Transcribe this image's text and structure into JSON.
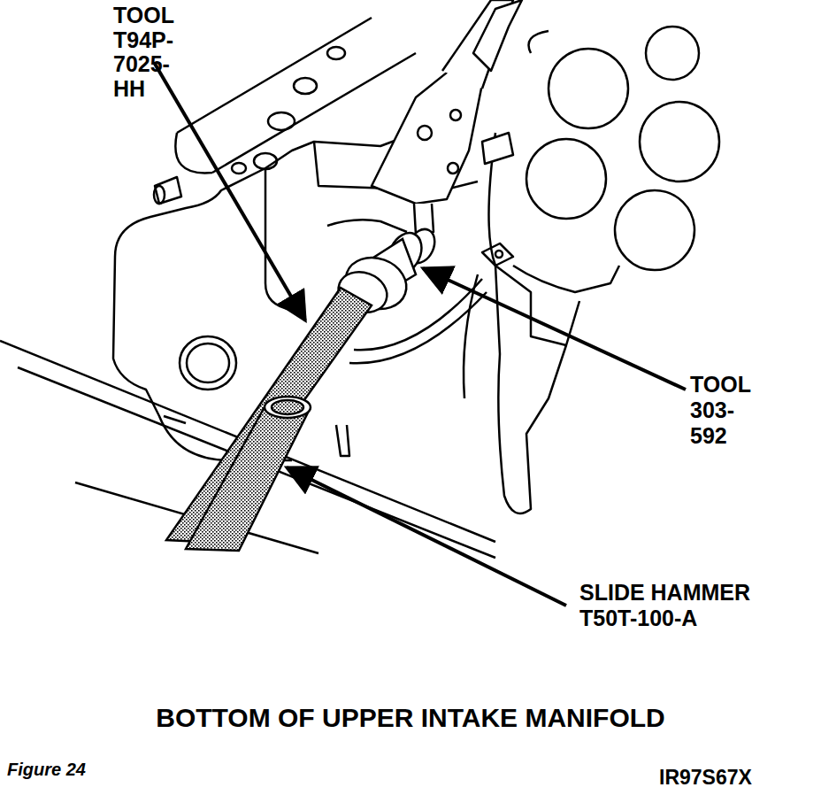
{
  "diagram": {
    "caption": "BOTTOM OF UPPER INTAKE MANIFOLD",
    "labels": [
      "TOOL T94P-7025-HH",
      "TOOL 303-592",
      "SLIDE HAMMER T50T-100-A",
      "Figure 24",
      "IR97S67X"
    ]
  }
}
